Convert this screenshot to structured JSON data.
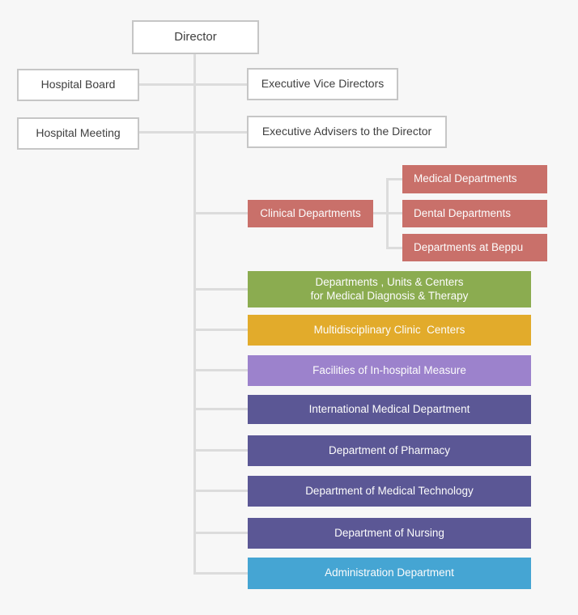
{
  "colors": {
    "background": "#f7f7f7",
    "connector_line": "#dcdcdc",
    "white_box_bg": "#ffffff",
    "white_box_border": "#c6c6c6",
    "white_box_text": "#3f3f3f",
    "colored_box_text": "#fcfcfc",
    "salmon": "#c9706a",
    "green": "#8bac50",
    "yellow": "#e2ab2b",
    "lavender": "#9c82cc",
    "purple": "#5b5795",
    "blue": "#45a5d3"
  },
  "org": {
    "director": {
      "label": "Director"
    },
    "hospital_board": {
      "label": "Hospital Board"
    },
    "hospital_meeting": {
      "label": "Hospital Meeting"
    },
    "executive_vice_directors": {
      "label": "Executive Vice Directors"
    },
    "executive_advisers": {
      "label": "Executive Advisers to the Director"
    },
    "clinical_departments": {
      "label": "Clinical Departments",
      "children": {
        "medical": {
          "label": "Medical Departments"
        },
        "dental": {
          "label": "Dental Departments"
        },
        "beppu": {
          "label": "Departments at Beppu"
        }
      }
    },
    "diagnosis_therapy": {
      "label": "Departments , Units & Centers\nfor Medical Diagnosis & Therapy"
    },
    "multidisciplinary": {
      "label": "Multidisciplinary Clinic  Centers"
    },
    "facilities": {
      "label": "Facilities of In-hospital Measure"
    },
    "international": {
      "label": "International Medical Department"
    },
    "pharmacy": {
      "label": "Department of Pharmacy"
    },
    "medical_technology": {
      "label": "Department of Medical Technology"
    },
    "nursing": {
      "label": "Department of Nursing"
    },
    "administration": {
      "label": "Administration Department"
    }
  }
}
